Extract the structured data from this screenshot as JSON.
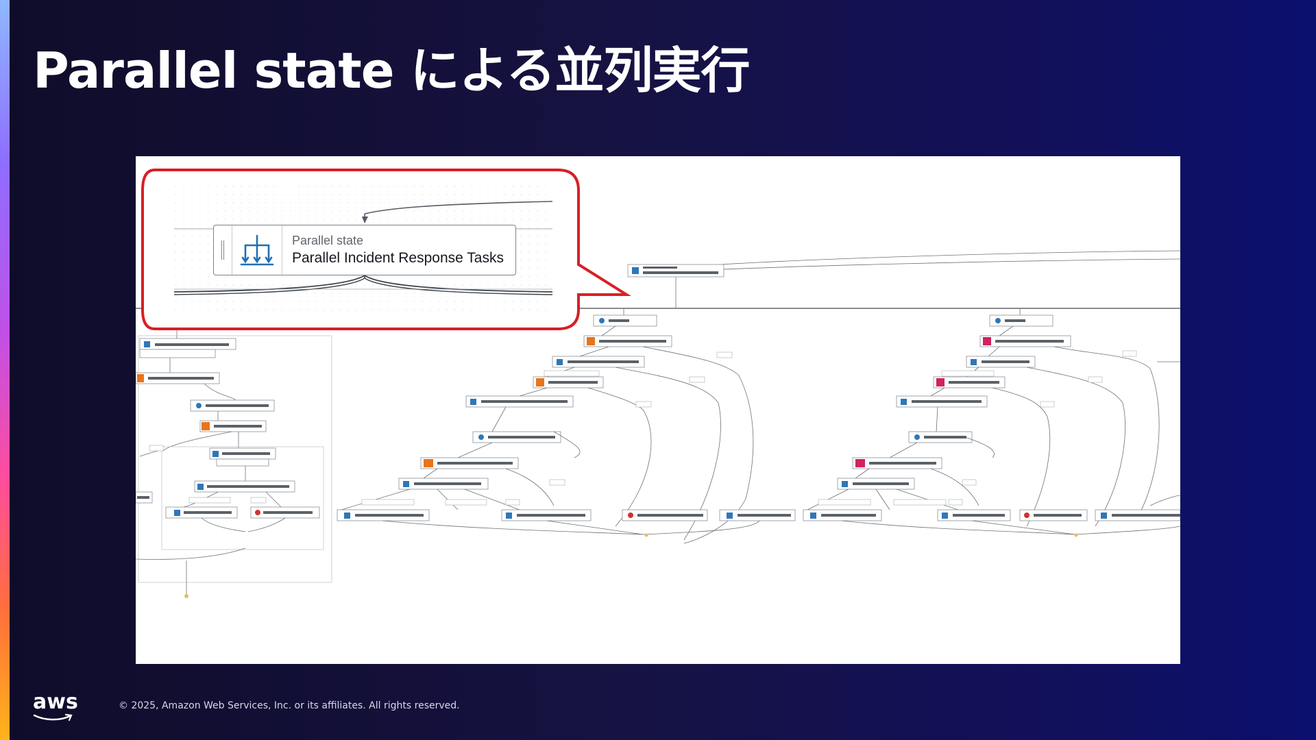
{
  "slide": {
    "title": "Parallel state による並列実行",
    "copyright": "© 2025, Amazon Web Services, Inc. or its affiliates. All rights reserved.",
    "logo_text": "aws"
  },
  "callout_node": {
    "type_label": "Parallel state",
    "name": "Parallel Incident Response Tasks",
    "icon": "parallel-branch-icon"
  },
  "colors": {
    "accent_red": "#d81f26",
    "state_blue": "#2f77b8",
    "lambda_orange": "#e8741c",
    "autoscaling_pink": "#d4215f",
    "fail_red": "#d13232"
  }
}
